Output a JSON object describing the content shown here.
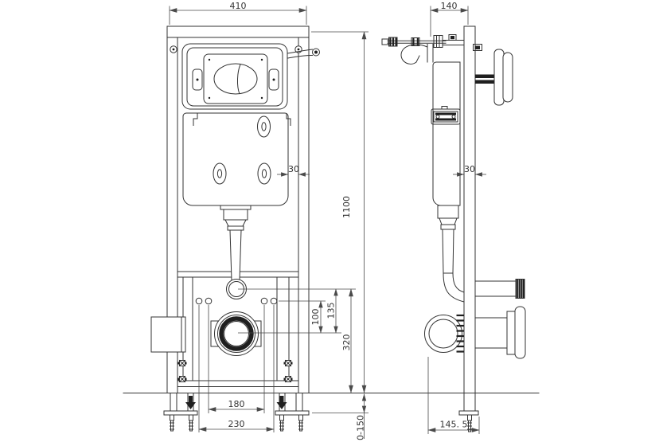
{
  "colors": {
    "background": "#ffffff",
    "line": "#333333",
    "dimension_line": "#4a4a4a",
    "dark_fill": "#1f1f1f"
  },
  "front_view": {
    "dim_width_top": "410",
    "dim_height": "1100",
    "dim_rail_gap": "30",
    "dim_hole_to_outlet": "100",
    "dim_inlet_to_outlet": "135",
    "dim_inlet_height": "320",
    "dim_holes_inner": "180",
    "dim_holes_outer": "230",
    "dim_foot_range": "0-150"
  },
  "side_view": {
    "dim_depth_top": "140",
    "dim_rail_width": "30",
    "dim_drain_offset": "145. 5"
  }
}
